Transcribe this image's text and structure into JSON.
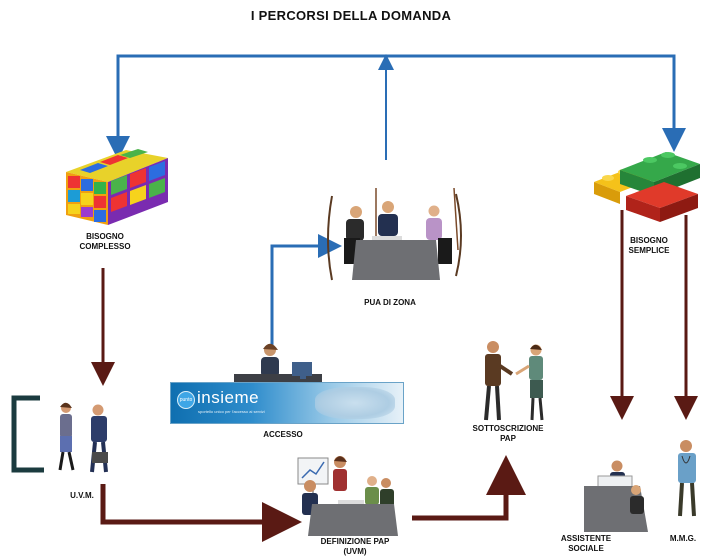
{
  "title": "I PERCORSI DELLA DOMANDA",
  "nodes": {
    "bisogno_complesso": "BISOGNO\nCOMPLESSO",
    "bisogno_semplice": "BISOGNO\nSEMPLICE",
    "pua_di_zona": "PUA DI ZONA",
    "accesso": "ACCESSO",
    "uvm": "U.V.M.",
    "definizione_pap": "DEFINIZIONE PAP\n(UVM)",
    "sottoscrizione_pap": "SOTTOSCRIZIONE\nPAP",
    "assistente_sociale": "ASSISTENTE\nSOCIALE",
    "mmg": "M.M.G."
  },
  "banner": {
    "logo_circle": "punto",
    "logo_text": "insieme",
    "logo_sub": "sportello unico per l'accesso ai servizi"
  },
  "colors": {
    "blue_arrow": "#2a6db5",
    "brown_arrow": "#5a1a14",
    "table_gray": "#6e6f73"
  }
}
